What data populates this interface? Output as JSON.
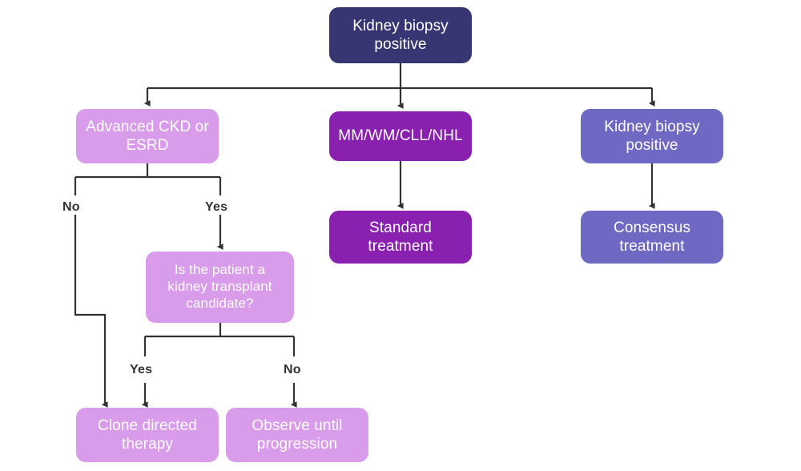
{
  "diagram": {
    "title": "Kidney biopsy positive decision flowchart",
    "background_color": "#ffffff",
    "line_color": "#333333",
    "colors": {
      "root_navy": "#383672",
      "dark_purple": "#8a20b0",
      "periwinkle": "#7069c4",
      "light_orchid": "#d89ceb",
      "label_text": "#333333",
      "node_text": "#ffffff"
    }
  },
  "nodes": {
    "root": "Kidney biopsy\npositive",
    "left_branch": "Advanced CKD or\nESRD",
    "middle_branch": "MM/WM/CLL/NHL",
    "right_branch": "Kidney biopsy\npositive",
    "middle_outcome": "Standard\ntreatment",
    "right_outcome": "Consensus\ntreatment",
    "decision": "Is the patient a\nkidney transplant\ncandidate?",
    "outcome_clone": "Clone directed\ntherapy",
    "outcome_observe": "Observe until\nprogression"
  },
  "edge_labels": {
    "ckd_no": "No",
    "ckd_yes": "Yes",
    "transplant_yes": "Yes",
    "transplant_no": "No"
  }
}
